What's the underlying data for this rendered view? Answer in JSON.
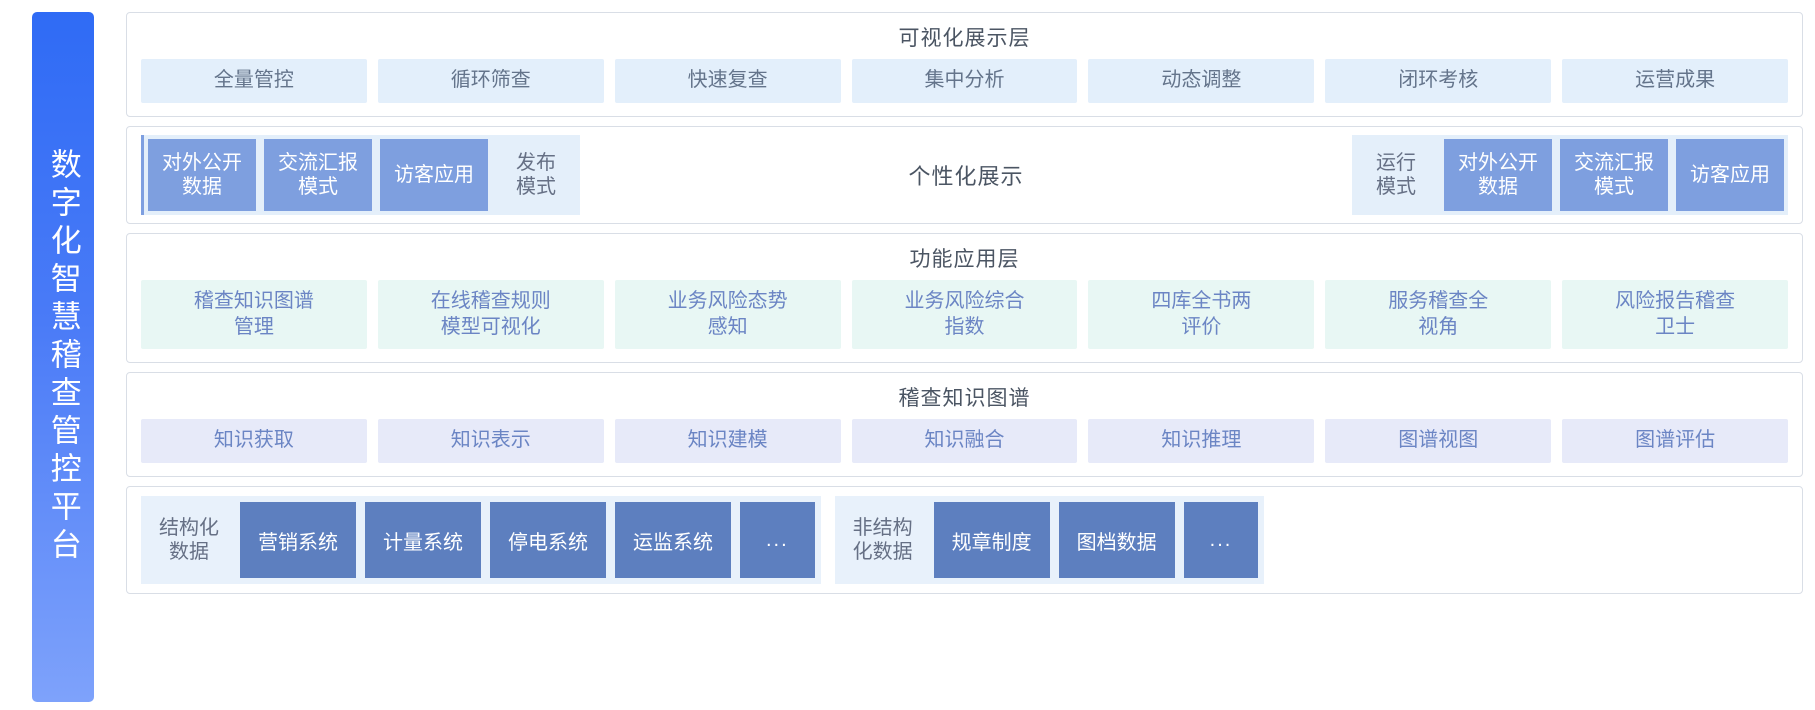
{
  "platform": {
    "banner_title": "数字化智慧稽查管控平台",
    "banner_gradient_start": "#2f6bf5",
    "banner_gradient_end": "#7ea2fb"
  },
  "layers": {
    "visualization": {
      "title": "可视化展示层",
      "cell_bg": "#e3effb",
      "cell_text_color": "#64748b",
      "cells": [
        {
          "label": "全量管控"
        },
        {
          "label": "循环筛查"
        },
        {
          "label": "快速复查"
        },
        {
          "label": "集中分析"
        },
        {
          "label": "动态调整"
        },
        {
          "label": "闭环考核"
        },
        {
          "label": "运营成果"
        }
      ]
    },
    "modes": {
      "center_label": "个性化展示",
      "solid_bg": "#7e9fdf",
      "group_bg": "#e4effa",
      "left_group": [
        {
          "label": "对外公开\n数据",
          "style": "solid"
        },
        {
          "label": "交流汇报\n模式",
          "style": "solid"
        },
        {
          "label": "访客应用",
          "style": "solid"
        },
        {
          "label": "发布\n模式",
          "style": "ghost"
        }
      ],
      "right_group": [
        {
          "label": "运行\n模式",
          "style": "ghost"
        },
        {
          "label": "对外公开\n数据",
          "style": "solid"
        },
        {
          "label": "交流汇报\n模式",
          "style": "solid"
        },
        {
          "label": "访客应用",
          "style": "solid"
        }
      ]
    },
    "functional": {
      "title": "功能应用层",
      "cell_bg": "#e8f7f4",
      "cell_text_color": "#6b85c4",
      "cells": [
        {
          "label": "稽查知识图谱\n管理"
        },
        {
          "label": "在线稽查规则\n模型可视化"
        },
        {
          "label": "业务风险态势\n感知"
        },
        {
          "label": "业务风险综合\n指数"
        },
        {
          "label": "四库全书两\n评价"
        },
        {
          "label": "服务稽查全\n视角"
        },
        {
          "label": "风险报告稽查\n卫士"
        }
      ]
    },
    "knowledge_graph": {
      "title": "稽查知识图谱",
      "cell_bg": "#e7eaf9",
      "cell_text_color": "#6b85c4",
      "cells": [
        {
          "label": "知识获取"
        },
        {
          "label": "知识表示"
        },
        {
          "label": "知识建模"
        },
        {
          "label": "知识融合"
        },
        {
          "label": "知识推理"
        },
        {
          "label": "图谱视图"
        },
        {
          "label": "图谱评估"
        }
      ]
    },
    "data_sources": {
      "group_bg": "#e8f1fb",
      "box_bg": "#5d7fbf",
      "structured": {
        "label": "结构化\n数据",
        "items": [
          {
            "label": "营销系统"
          },
          {
            "label": "计量系统"
          },
          {
            "label": "停电系统"
          },
          {
            "label": "运监系统"
          },
          {
            "label": "..."
          }
        ]
      },
      "unstructured": {
        "label": "非结构\n化数据",
        "items": [
          {
            "label": "规章制度"
          },
          {
            "label": "图档数据"
          },
          {
            "label": "..."
          }
        ]
      }
    }
  }
}
